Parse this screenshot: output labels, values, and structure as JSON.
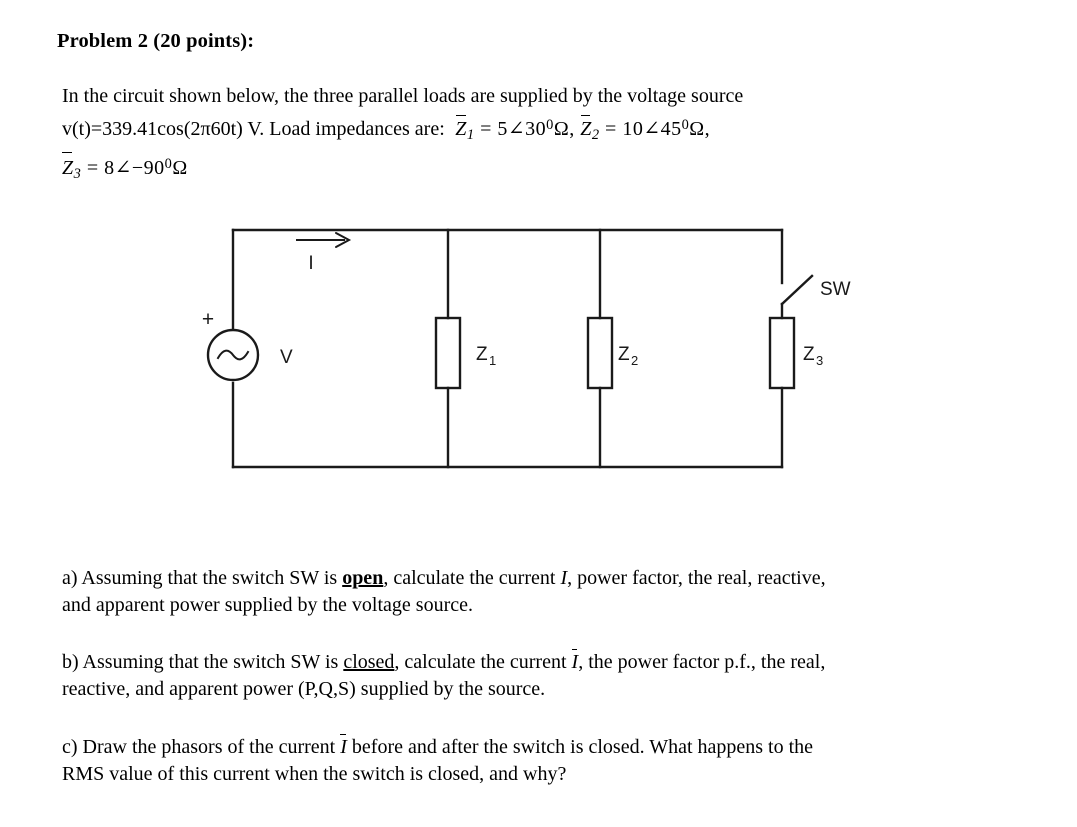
{
  "heading": "Problem 2 (20 points):",
  "intro": {
    "line1": "In the circuit shown below, the three parallel loads are supplied by the voltage source",
    "line2_prefix": "v(t)=339.41cos(2π60t) V. Load impedances are:",
    "z1_var": "Z",
    "z1_sub": "1",
    "z1_eq": "=",
    "z1_mag": "5",
    "z1_angle_sym": "∠",
    "z1_angle": "30",
    "z1_deg": "0",
    "z1_unit": "Ω",
    "z1_comma": ",",
    "z2_var": "Z",
    "z2_sub": "2",
    "z2_eq": "=",
    "z2_mag": "10",
    "z2_angle_sym": "∠",
    "z2_angle": "45",
    "z2_deg": "0",
    "z2_unit": "Ω",
    "z2_comma": ",",
    "z3_var": "Z",
    "z3_sub": "3",
    "z3_eq": "=",
    "z3_mag": "8",
    "z3_angle_sym": "∠−",
    "z3_angle": "90",
    "z3_deg": "0",
    "z3_unit": "Ω"
  },
  "circuit": {
    "source_label": "V",
    "source_polarity": "+",
    "current_label": "I",
    "switch_label": "SW",
    "z1_label": "Z",
    "z1_sub": "1",
    "z2_label": "Z",
    "z2_sub": "2",
    "z3_label": "Z",
    "z3_sub": "3",
    "wire_color": "#1a1a1a"
  },
  "parts": {
    "a": {
      "line1_pre": "a) Assuming that the switch SW is ",
      "line1_emph": "open",
      "line1_mid": ", calculate the current ",
      "line1_var": "I",
      "line1_post": ", power factor, the real, reactive,",
      "line2": "and apparent power supplied by the voltage source."
    },
    "b": {
      "line1_pre": "b) Assuming that the switch SW is ",
      "line1_emph": "closed",
      "line1_mid": ", calculate the current ",
      "line1_var": "I",
      "line1_post": ", the power factor p.f., the real,",
      "line2": "reactive, and apparent power (P,Q,S) supplied by the source."
    },
    "c": {
      "line1_pre": "c) Draw the phasors of the current ",
      "line1_var": "I",
      "line1_post": " before and after the switch is closed. What happens to the",
      "line2": "RMS value of this current when the switch is closed, and why?"
    }
  }
}
